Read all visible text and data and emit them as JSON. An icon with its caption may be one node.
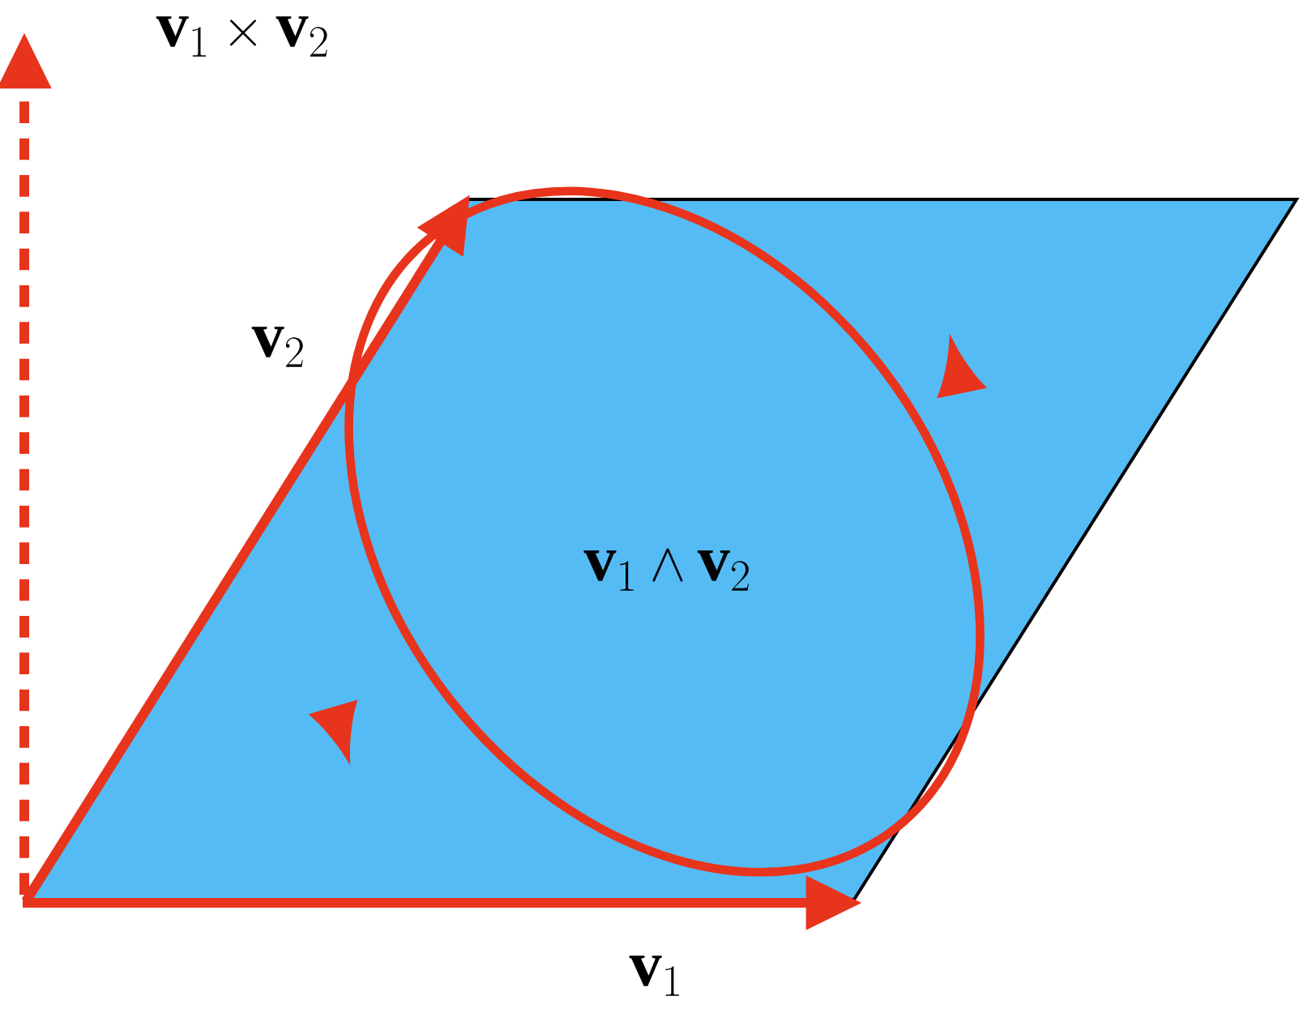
{
  "diagram": {
    "nodes": [
      {
        "text": [
          "\\mathbf{v}_1 \\wedge \\mathbf{v}_2"
        ]
      }
    ],
    "labels": [
      "\\mathbf{v}_1 \\times \\mathbf{v}_2",
      "\\mathbf{v}_2",
      "\\mathbf{v}_1"
    ]
  }
}
